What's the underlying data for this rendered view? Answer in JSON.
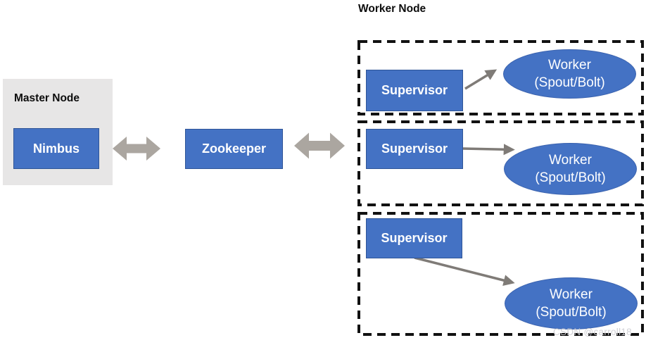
{
  "page": {
    "title": "Worker Node",
    "watermark": "CSDN @carroll18"
  },
  "master": {
    "label": "Master Node",
    "nimbus": "Nimbus"
  },
  "zookeeper": {
    "label": "Zookeeper"
  },
  "workers": [
    {
      "supervisor": "Supervisor",
      "worker_line1": "Worker",
      "worker_line2": "(Spout/Bolt)"
    },
    {
      "supervisor": "Supervisor",
      "worker_line1": "Worker",
      "worker_line2": "(Spout/Bolt)"
    },
    {
      "supervisor": "Supervisor",
      "worker_line1": "Worker",
      "worker_line2": "(Spout/Bolt)"
    }
  ],
  "colors": {
    "node_fill": "#4472C4",
    "node_border": "#2F5597",
    "master_bg": "#E7E6E6",
    "big_arrow": "#ABA6A0",
    "thin_arrow": "#7F7B77",
    "dash": "#111111"
  }
}
